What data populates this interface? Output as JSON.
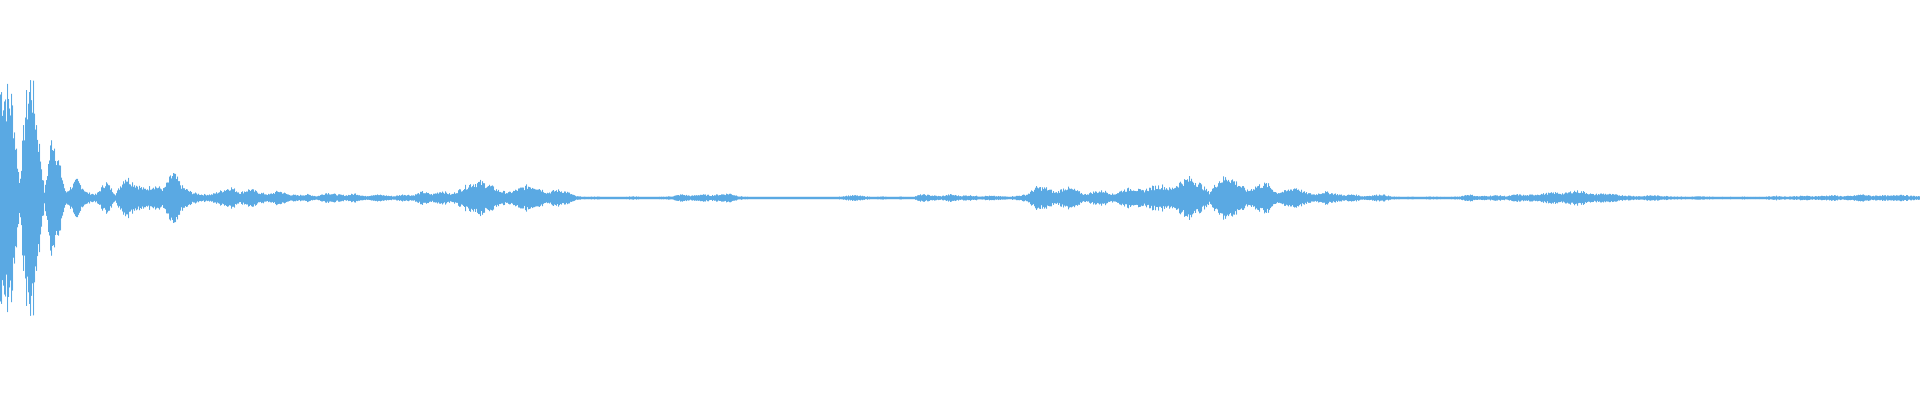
{
  "waveform": {
    "color": "#5aa9e3",
    "background": "#ffffff",
    "envelope": [
      [
        0.0,
        0.63
      ],
      [
        0.006,
        0.55
      ],
      [
        0.01,
        0.08
      ],
      [
        0.013,
        0.5
      ],
      [
        0.016,
        0.68
      ],
      [
        0.02,
        0.32
      ],
      [
        0.023,
        0.03
      ],
      [
        0.027,
        0.36
      ],
      [
        0.03,
        0.22
      ],
      [
        0.034,
        0.03
      ],
      [
        0.04,
        0.1
      ],
      [
        0.045,
        0.03
      ],
      [
        0.05,
        0.02
      ],
      [
        0.055,
        0.09
      ],
      [
        0.06,
        0.02
      ],
      [
        0.065,
        0.12
      ],
      [
        0.07,
        0.08
      ],
      [
        0.075,
        0.05
      ],
      [
        0.08,
        0.07
      ],
      [
        0.085,
        0.05
      ],
      [
        0.09,
        0.14
      ],
      [
        0.095,
        0.06
      ],
      [
        0.1,
        0.03
      ],
      [
        0.105,
        0.02
      ],
      [
        0.11,
        0.02
      ],
      [
        0.115,
        0.04
      ],
      [
        0.12,
        0.06
      ],
      [
        0.125,
        0.03
      ],
      [
        0.13,
        0.05
      ],
      [
        0.135,
        0.03
      ],
      [
        0.14,
        0.02
      ],
      [
        0.145,
        0.04
      ],
      [
        0.15,
        0.02
      ],
      [
        0.155,
        0.015
      ],
      [
        0.16,
        0.02
      ],
      [
        0.165,
        0.01
      ],
      [
        0.17,
        0.03
      ],
      [
        0.175,
        0.02
      ],
      [
        0.18,
        0.015
      ],
      [
        0.185,
        0.025
      ],
      [
        0.19,
        0.01
      ],
      [
        0.195,
        0.02
      ],
      [
        0.2,
        0.015
      ],
      [
        0.205,
        0.01
      ],
      [
        0.21,
        0.02
      ],
      [
        0.215,
        0.015
      ],
      [
        0.22,
        0.035
      ],
      [
        0.225,
        0.02
      ],
      [
        0.23,
        0.04
      ],
      [
        0.235,
        0.02
      ],
      [
        0.24,
        0.05
      ],
      [
        0.245,
        0.08
      ],
      [
        0.25,
        0.09
      ],
      [
        0.255,
        0.07
      ],
      [
        0.26,
        0.04
      ],
      [
        0.265,
        0.03
      ],
      [
        0.27,
        0.05
      ],
      [
        0.275,
        0.07
      ],
      [
        0.28,
        0.06
      ],
      [
        0.285,
        0.03
      ],
      [
        0.29,
        0.045
      ],
      [
        0.295,
        0.035
      ],
      [
        0.3,
        0.01
      ],
      [
        0.305,
        0.006
      ],
      [
        0.31,
        0.008
      ],
      [
        0.315,
        0.006
      ],
      [
        0.32,
        0.005
      ],
      [
        0.325,
        0.007
      ],
      [
        0.33,
        0.009
      ],
      [
        0.335,
        0.006
      ],
      [
        0.34,
        0.005
      ],
      [
        0.345,
        0.007
      ],
      [
        0.35,
        0.01
      ],
      [
        0.355,
        0.02
      ],
      [
        0.36,
        0.012
      ],
      [
        0.365,
        0.02
      ],
      [
        0.37,
        0.015
      ],
      [
        0.375,
        0.02
      ],
      [
        0.38,
        0.025
      ],
      [
        0.385,
        0.01
      ],
      [
        0.39,
        0.006
      ],
      [
        0.395,
        0.004
      ],
      [
        0.4,
        0.005
      ],
      [
        0.405,
        0.005
      ],
      [
        0.41,
        0.004
      ],
      [
        0.415,
        0.006
      ],
      [
        0.42,
        0.004
      ],
      [
        0.425,
        0.005
      ],
      [
        0.43,
        0.004
      ],
      [
        0.435,
        0.004
      ],
      [
        0.44,
        0.012
      ],
      [
        0.445,
        0.015
      ],
      [
        0.45,
        0.01
      ],
      [
        0.455,
        0.006
      ],
      [
        0.46,
        0.008
      ],
      [
        0.465,
        0.005
      ],
      [
        0.47,
        0.008
      ],
      [
        0.475,
        0.005
      ],
      [
        0.48,
        0.02
      ],
      [
        0.485,
        0.015
      ],
      [
        0.49,
        0.01
      ],
      [
        0.495,
        0.02
      ],
      [
        0.5,
        0.012
      ],
      [
        0.505,
        0.015
      ],
      [
        0.51,
        0.01
      ],
      [
        0.515,
        0.012
      ],
      [
        0.52,
        0.01
      ],
      [
        0.525,
        0.008
      ],
      [
        0.53,
        0.012
      ],
      [
        0.535,
        0.02
      ],
      [
        0.54,
        0.06
      ],
      [
        0.545,
        0.055
      ],
      [
        0.55,
        0.03
      ],
      [
        0.555,
        0.06
      ],
      [
        0.56,
        0.045
      ],
      [
        0.565,
        0.02
      ],
      [
        0.57,
        0.035
      ],
      [
        0.575,
        0.04
      ],
      [
        0.58,
        0.02
      ],
      [
        0.585,
        0.045
      ],
      [
        0.59,
        0.055
      ],
      [
        0.595,
        0.04
      ],
      [
        0.6,
        0.06
      ],
      [
        0.605,
        0.07
      ],
      [
        0.61,
        0.05
      ],
      [
        0.615,
        0.09
      ],
      [
        0.62,
        0.11
      ],
      [
        0.625,
        0.08
      ],
      [
        0.63,
        0.03
      ],
      [
        0.635,
        0.1
      ],
      [
        0.64,
        0.12
      ],
      [
        0.645,
        0.08
      ],
      [
        0.65,
        0.04
      ],
      [
        0.655,
        0.07
      ],
      [
        0.66,
        0.08
      ],
      [
        0.665,
        0.03
      ],
      [
        0.67,
        0.04
      ],
      [
        0.675,
        0.06
      ],
      [
        0.68,
        0.03
      ],
      [
        0.685,
        0.02
      ],
      [
        0.69,
        0.035
      ],
      [
        0.695,
        0.025
      ],
      [
        0.7,
        0.015
      ],
      [
        0.705,
        0.02
      ],
      [
        0.71,
        0.01
      ],
      [
        0.715,
        0.015
      ],
      [
        0.72,
        0.02
      ],
      [
        0.725,
        0.008
      ],
      [
        0.73,
        0.006
      ],
      [
        0.735,
        0.007
      ],
      [
        0.74,
        0.006
      ],
      [
        0.745,
        0.008
      ],
      [
        0.75,
        0.007
      ],
      [
        0.755,
        0.006
      ],
      [
        0.76,
        0.008
      ],
      [
        0.765,
        0.02
      ],
      [
        0.77,
        0.01
      ],
      [
        0.775,
        0.012
      ],
      [
        0.78,
        0.015
      ],
      [
        0.785,
        0.01
      ],
      [
        0.79,
        0.02
      ],
      [
        0.795,
        0.015
      ],
      [
        0.8,
        0.02
      ],
      [
        0.805,
        0.025
      ],
      [
        0.81,
        0.03
      ],
      [
        0.815,
        0.025
      ],
      [
        0.82,
        0.04
      ],
      [
        0.825,
        0.035
      ],
      [
        0.83,
        0.02
      ],
      [
        0.835,
        0.025
      ],
      [
        0.84,
        0.02
      ],
      [
        0.845,
        0.015
      ],
      [
        0.85,
        0.012
      ],
      [
        0.855,
        0.01
      ],
      [
        0.86,
        0.015
      ],
      [
        0.865,
        0.012
      ],
      [
        0.87,
        0.01
      ],
      [
        0.875,
        0.008
      ],
      [
        0.88,
        0.007
      ],
      [
        0.885,
        0.009
      ],
      [
        0.89,
        0.008
      ],
      [
        0.895,
        0.006
      ],
      [
        0.9,
        0.007
      ],
      [
        0.905,
        0.006
      ],
      [
        0.91,
        0.008
      ],
      [
        0.915,
        0.006
      ],
      [
        0.92,
        0.007
      ],
      [
        0.925,
        0.012
      ],
      [
        0.93,
        0.008
      ],
      [
        0.935,
        0.01
      ],
      [
        0.94,
        0.012
      ],
      [
        0.945,
        0.01
      ],
      [
        0.95,
        0.012
      ],
      [
        0.955,
        0.015
      ],
      [
        0.96,
        0.01
      ],
      [
        0.965,
        0.012
      ],
      [
        0.97,
        0.02
      ],
      [
        0.975,
        0.012
      ],
      [
        0.98,
        0.015
      ],
      [
        0.985,
        0.012
      ],
      [
        0.99,
        0.02
      ],
      [
        0.995,
        0.012
      ],
      [
        1.0,
        0.01
      ]
    ]
  }
}
